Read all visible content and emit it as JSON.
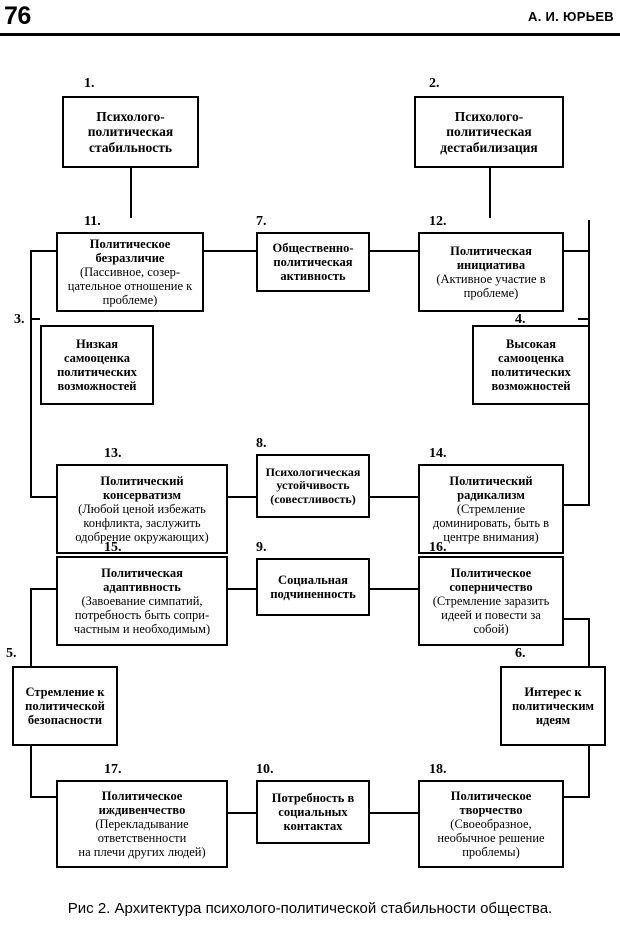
{
  "header": {
    "page_number": "76",
    "author": "А. И. ЮРЬЕВ"
  },
  "caption": "Рис 2. Архитектура психолого-политической стабильности общества.",
  "nodes": {
    "n1": {
      "num": "1.",
      "title": "Психолого-\nполитическая\nстабильность",
      "sub": ""
    },
    "n2": {
      "num": "2.",
      "title": "Психолого-\nполитическая\nдестабилизация",
      "sub": ""
    },
    "n3": {
      "num": "3.",
      "title": "Низкая\nсамооценка\nполитических\nвозможностей",
      "sub": ""
    },
    "n4": {
      "num": "4.",
      "title": "Высокая\nсамооценка\nполитических\nвозможностей",
      "sub": ""
    },
    "n5": {
      "num": "5.",
      "title": "Стремление к\nполитической\nбезопасности",
      "sub": ""
    },
    "n6": {
      "num": "6.",
      "title": "Интерес к\nполитическим\nидеям",
      "sub": ""
    },
    "n7": {
      "num": "7.",
      "title": "Общественно-\nполитическая\nактивность",
      "sub": ""
    },
    "n8": {
      "num": "8.",
      "title": "Психологическая\nустойчивость\n(совестливость)",
      "sub": ""
    },
    "n9": {
      "num": "9.",
      "title": "Социальная\nподчиненность",
      "sub": ""
    },
    "n10": {
      "num": "10.",
      "title": "Потребность в\nсоциальных\nконтактах",
      "sub": ""
    },
    "n11": {
      "num": "11.",
      "title": "Политическое\nбезразличие",
      "sub": "(Пассивное, созер-\nцательное отношение к\nпроблеме)"
    },
    "n12": {
      "num": "12.",
      "title": "Политическая\nинициатива",
      "sub": "(Активное участие в\nпроблеме)"
    },
    "n13": {
      "num": "13.",
      "title": "Политический\nконсерватизм",
      "sub": "(Любой ценой избежать\nконфликта, заслужить\nодобрение окружающих)"
    },
    "n14": {
      "num": "14.",
      "title": "Политический\nрадикализм",
      "sub": "(Стремление\nдоминировать, быть в\nцентре внимания)"
    },
    "n15": {
      "num": "15.",
      "title": "Политическая\nадаптивность",
      "sub": "(Завоевание симпатий,\nпотребность быть сопри-\nчастным и необходимым)"
    },
    "n16": {
      "num": "16.",
      "title": "Политическое\nсоперничество",
      "sub": "(Стремление заразить\nидеей и повести за\nсобой)"
    },
    "n17": {
      "num": "17.",
      "title": "Политическое\nиждивенчество",
      "sub": "(Перекладывание\nответственности\nна плечи других людей)"
    },
    "n18": {
      "num": "18.",
      "title": "Политическое\nтворчество",
      "sub": "(Своеобразное,\nнеобычное решение\nпроблемы)"
    }
  },
  "colors": {
    "ink": "#000000",
    "paper": "#ffffff"
  }
}
